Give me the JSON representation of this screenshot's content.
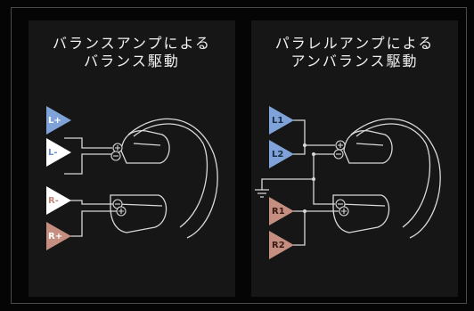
{
  "left_panel": {
    "title_line1": "バランスアンプによる",
    "title_line2": "バランス駆動",
    "amps": [
      {
        "label": "L+",
        "color": "#7fa3d8",
        "label_color": "#ffffff"
      },
      {
        "label": "L-",
        "color": "#ffffff",
        "label_color": "#6a8fc8"
      },
      {
        "label": "R-",
        "color": "#ffffff",
        "label_color": "#c08878"
      },
      {
        "label": "R+",
        "color": "#c48e80",
        "label_color": "#ffffff"
      }
    ]
  },
  "right_panel": {
    "title_line1": "パラレルアンプによる",
    "title_line2": "アンバランス駆動",
    "amps": [
      {
        "label": "L1",
        "color": "#7fa3d8",
        "label_color": "#1a2a44"
      },
      {
        "label": "L2",
        "color": "#7fa3d8",
        "label_color": "#1a2a44"
      },
      {
        "label": "R1",
        "color": "#c48e80",
        "label_color": "#3a1a14"
      },
      {
        "label": "R2",
        "color": "#c48e80",
        "label_color": "#3a1a14"
      }
    ]
  },
  "colors": {
    "background": "#050505",
    "panel": "#161616",
    "wire": "#d8d8d8",
    "headphone": "#d0d0d0"
  }
}
